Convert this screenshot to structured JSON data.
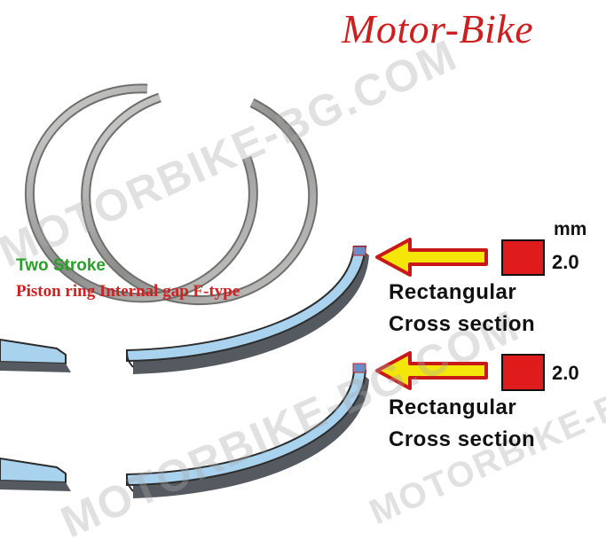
{
  "title": "Motor-Bike",
  "heading": "Two Stroke",
  "subheading": "Piston ring Internal gap F-type",
  "unit": "mm",
  "rings": [
    {
      "dimension": "2.0",
      "label_line1": "Rectangular",
      "label_line2": "Cross section"
    },
    {
      "dimension": "2.0",
      "label_line1": "Rectangular",
      "label_line2": "Cross section"
    }
  ],
  "watermark": "MOTORBIKE-BG.COM",
  "colors": {
    "title": "#cc1f1f",
    "heading": "#2aa02a",
    "subheading": "#cc2222",
    "arrow_fill": "#f5e60a",
    "arrow_border": "#c81818",
    "section_square": "#e01b1b",
    "ring_face": "#a9d2ee",
    "ring_edge": "#555a60"
  }
}
